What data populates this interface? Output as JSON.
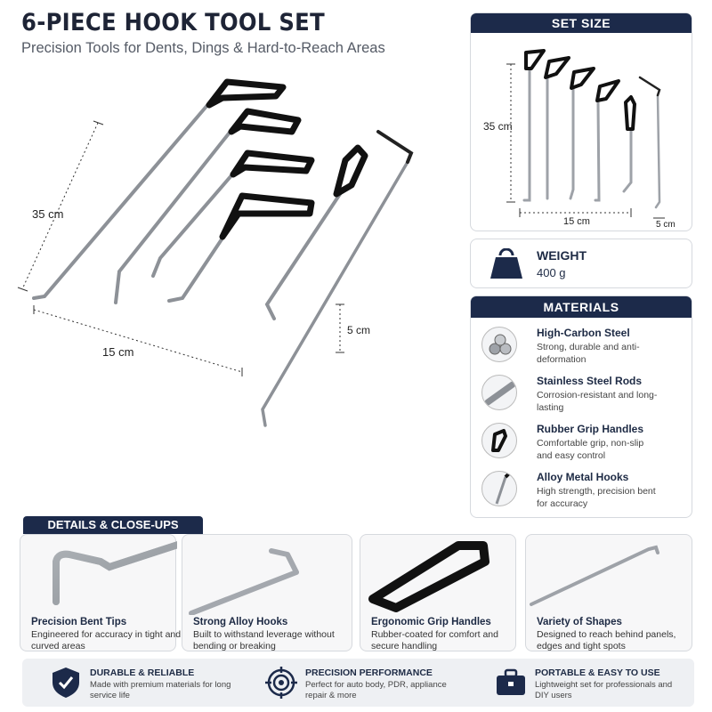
{
  "header": {
    "title": "6-PIECE HOOK TOOL SET",
    "subtitle": "Precision Tools for Dents, Dings & Hard-to-Reach Areas"
  },
  "main_image": {
    "length_label": "35 cm",
    "width_label": "15 cm",
    "tip_label": "5 cm"
  },
  "set_size": {
    "heading": "SET SIZE",
    "length_label": "35 cm",
    "width_label": "15 cm",
    "tip_label": "5 cm"
  },
  "weight": {
    "label": "WEIGHT",
    "value": "400 g",
    "icon": "weight-icon"
  },
  "materials": {
    "heading": "MATERIALS",
    "items": [
      {
        "name": "High-Carbon Steel",
        "desc": "Strong, durable and anti-deformation"
      },
      {
        "name": "Stainless Steel Rods",
        "desc": "Corrosion-resistant and long-lasting"
      },
      {
        "name": "Rubber Grip Handles",
        "desc": "Comfortable grip, non-slip and easy control"
      },
      {
        "name": "Alloy Metal Hooks",
        "desc": "High strength, precision bent for accuracy"
      }
    ]
  },
  "details": {
    "heading": "DETAILS & CLOSE-UPS",
    "cards": [
      {
        "title": "Precision Bent Tips",
        "desc": "Engineered for accuracy in tight and curved areas"
      },
      {
        "title": "Strong Alloy Hooks",
        "desc": "Built to withstand leverage without bending or breaking"
      },
      {
        "title": "Ergonomic Grip Handles",
        "desc": "Rubber-coated for comfort and secure handling"
      },
      {
        "title": "Variety of Shapes",
        "desc": "Designed to reach behind panels, edges and tight spots"
      }
    ]
  },
  "footer": {
    "items": [
      {
        "title": "DURABLE & RELIABLE",
        "desc": "Made with premium materials for long service life",
        "icon": "shield-check-icon"
      },
      {
        "title": "PRECISION PERFORMANCE",
        "desc": "Perfect for auto body, PDR, appliance repair & more",
        "icon": "target-icon"
      },
      {
        "title": "PORTABLE & EASY TO USE",
        "desc": "Lightweight set for professionals and DIY users",
        "icon": "toolbox-icon"
      }
    ]
  },
  "colors": {
    "navy": "#1c2a4a",
    "steel": "#b9bcc1",
    "grip": "#111111"
  }
}
